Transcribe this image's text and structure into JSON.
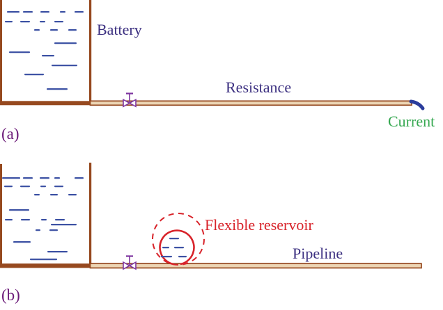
{
  "figure": {
    "colors": {
      "tank_pipe_brown": "#96491f",
      "pipe_core_tan": "#ecd5b4",
      "water_blue": "#3d52a4",
      "label_indigo": "#3b2f80",
      "valve_purple": "#7e35a0",
      "current_green": "#36a851",
      "reservoir_red": "#d8232a",
      "caption_purple": "#6b1a78"
    },
    "panel_a": {
      "caption": "(a)",
      "tank_label": "Battery",
      "pipe_label": "Resistance",
      "outflow_label": "Current",
      "water_dashes": [
        [
          10,
          16,
          18
        ],
        [
          33,
          16,
          14
        ],
        [
          58,
          16,
          13
        ],
        [
          86,
          16,
          8
        ],
        [
          107,
          16,
          13
        ],
        [
          7,
          30,
          11
        ],
        [
          29,
          30,
          14
        ],
        [
          57,
          30,
          8
        ],
        [
          78,
          30,
          13
        ],
        [
          49,
          42,
          8
        ],
        [
          72,
          42,
          11
        ],
        [
          98,
          42,
          12
        ],
        [
          78,
          61,
          32
        ],
        [
          13,
          74,
          30
        ],
        [
          60,
          79,
          18
        ],
        [
          74,
          93,
          37
        ],
        [
          35,
          106,
          28
        ],
        [
          67,
          127,
          30
        ]
      ]
    },
    "panel_b": {
      "caption": "(b)",
      "reservoir_label": "Flexible reservoir",
      "pipe_label": "Pipeline",
      "water_dashes": [
        [
          3,
          255,
          26
        ],
        [
          33,
          255,
          14
        ],
        [
          57,
          255,
          14
        ],
        [
          78,
          255,
          8
        ],
        [
          107,
          255,
          13
        ],
        [
          6,
          267,
          12
        ],
        [
          29,
          267,
          14
        ],
        [
          58,
          267,
          8
        ],
        [
          78,
          267,
          13
        ],
        [
          49,
          279,
          8
        ],
        [
          72,
          279,
          11
        ],
        [
          98,
          279,
          12
        ],
        [
          13,
          301,
          29
        ],
        [
          7,
          315,
          11
        ],
        [
          30,
          315,
          13
        ],
        [
          59,
          315,
          8
        ],
        [
          79,
          315,
          14
        ],
        [
          73,
          322,
          37
        ],
        [
          51,
          330,
          7
        ],
        [
          71,
          330,
          12
        ],
        [
          19,
          347,
          25
        ],
        [
          68,
          361,
          29
        ],
        [
          43,
          372,
          39
        ]
      ],
      "reservoir_water_dashes": [
        [
          243,
          342,
          14
        ],
        [
          233,
          355,
          10
        ],
        [
          250,
          355,
          14
        ],
        [
          231,
          368,
          16
        ],
        [
          256,
          368,
          12
        ]
      ]
    }
  }
}
